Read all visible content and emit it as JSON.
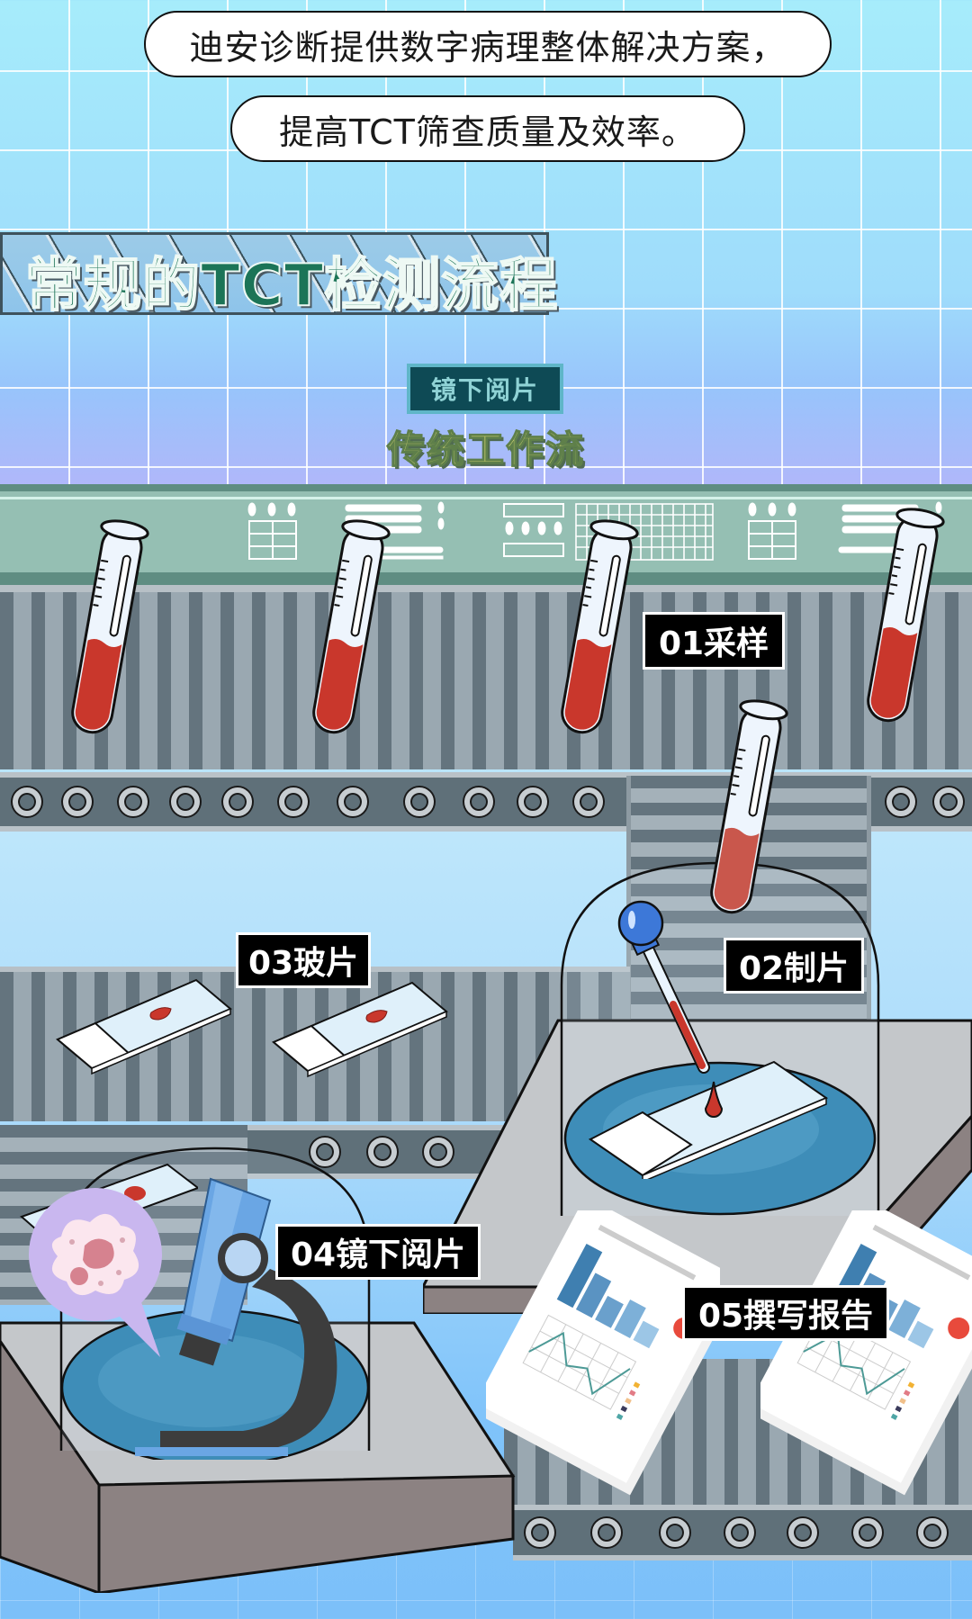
{
  "banner": {
    "line1": "迪安诊断提供数字病理整体解决方案，",
    "line2": "提高TCT筛查质量及效率。"
  },
  "section": {
    "title": "常规的TCT检测流程",
    "badge": "镜下阅片",
    "subtitle": "传统工作流"
  },
  "steps": [
    {
      "id": "01",
      "label": "01采样"
    },
    {
      "id": "02",
      "label": "02制片"
    },
    {
      "id": "03",
      "label": "03玻片"
    },
    {
      "id": "04",
      "label": "04镜下阅片"
    },
    {
      "id": "05",
      "label": "05撰写报告"
    }
  ],
  "icons": {
    "test_tube": "test-tube-icon",
    "slide": "glass-slide-icon",
    "dropper": "dropper-icon",
    "microscope": "microscope-icon",
    "cell": "cell-icon",
    "report": "report-document-icon"
  },
  "colors": {
    "sky": "#a6ecfb",
    "title_green": "#1c7457",
    "badge_bg": "#0e4a55",
    "subtitle_yellow": "#e4e278",
    "blood": "#c9372c",
    "belt_dark": "#64747e",
    "belt_light": "#9aa8b1",
    "tag_bg": "#000000",
    "dish_blue": "#3e8db8"
  }
}
